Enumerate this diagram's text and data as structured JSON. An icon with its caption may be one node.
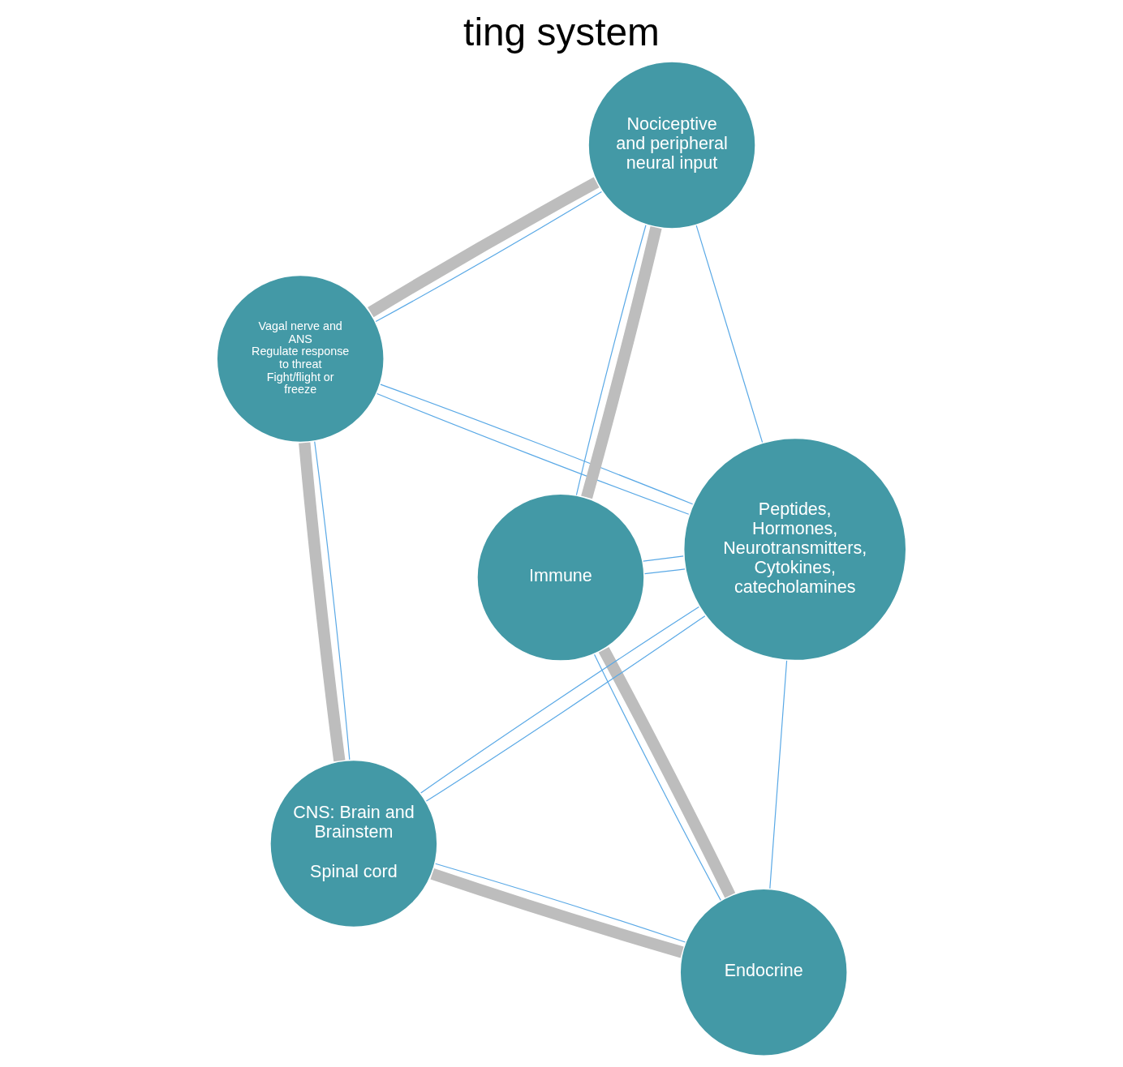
{
  "diagram": {
    "title": "ting system",
    "nodes": [
      {
        "text": [
          "Immune"
        ]
      },
      {
        "text": [
          "Endocrine"
        ]
      },
      {
        "text": [
          "CNS: Brain and Brainstem",
          "Spinal cord"
        ]
      },
      {
        "text": [
          "Vagal nerve and ANS",
          "Regulate response to threat",
          "Fight/flight or freeze"
        ]
      },
      {
        "text": [
          "Nociceptive and peripheral neural input"
        ]
      },
      {
        "text": [
          "Peptides, Hormones, Neurotransmitters, Cytokines, catecholamines"
        ]
      }
    ],
    "edges": [
      {
        "from": 0,
        "to": 1,
        "arrow": "none",
        "style": "thick",
        "color": "#bdbdbd"
      },
      {
        "from": 1,
        "to": 2,
        "arrow": "none",
        "style": "thick",
        "color": "#bdbdbd"
      },
      {
        "from": 2,
        "to": 3,
        "arrow": "none",
        "style": "thick",
        "color": "#bdbdbd"
      },
      {
        "from": 3,
        "to": 4,
        "arrow": "none",
        "style": "thick",
        "color": "#bdbdbd"
      },
      {
        "from": 4,
        "to": 0,
        "arrow": "none",
        "style": "thick",
        "color": "#bdbdbd"
      },
      {
        "from": 0,
        "to": 4,
        "arrow": "none"
      },
      {
        "from": 0,
        "to": 1,
        "arrow": "none"
      },
      {
        "from": 0,
        "to": 5,
        "arrow": "none"
      },
      {
        "from": 0,
        "to": 5,
        "arrow": "none"
      },
      {
        "from": 4,
        "to": 5,
        "arrow": "none"
      },
      {
        "from": 1,
        "to": 5,
        "arrow": "none"
      },
      {
        "from": 4,
        "to": 3,
        "arrow": "none"
      },
      {
        "from": 1,
        "to": 2,
        "arrow": "none"
      },
      {
        "from": 3,
        "to": 5,
        "arrow": "none"
      },
      {
        "from": 3,
        "to": 5,
        "arrow": "none"
      },
      {
        "from": 2,
        "to": 5,
        "arrow": "none"
      },
      {
        "from": 2,
        "to": 5,
        "arrow": "none"
      },
      {
        "from": 3,
        "to": 2,
        "arrow": "none"
      }
    ]
  }
}
